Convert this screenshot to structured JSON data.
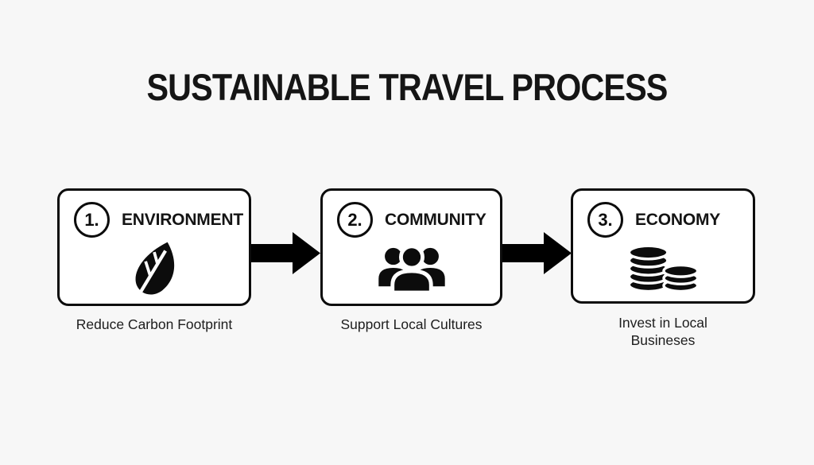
{
  "title": "SUSTAINABLE TRAVEL PROCESS",
  "colors": {
    "background": "#f7f7f7",
    "box_background": "#ffffff",
    "ink": "#0c0c0c",
    "arrow": "#000000",
    "caption_text": "#1d1d1d"
  },
  "steps": [
    {
      "number": "1.",
      "label": "ENVIRONMENT",
      "icon": "leaf-icon",
      "caption": "Reduce Carbon Footprint"
    },
    {
      "number": "2.",
      "label": "COMMUNITY",
      "icon": "people-icon",
      "caption": "Support Local Cultures"
    },
    {
      "number": "3.",
      "label": "ECONOMY",
      "icon": "coins-icon",
      "caption": "Invest in Local\nBusineses"
    }
  ],
  "connectors": [
    {
      "icon": "arrow-right-icon"
    },
    {
      "icon": "arrow-right-icon"
    }
  ]
}
